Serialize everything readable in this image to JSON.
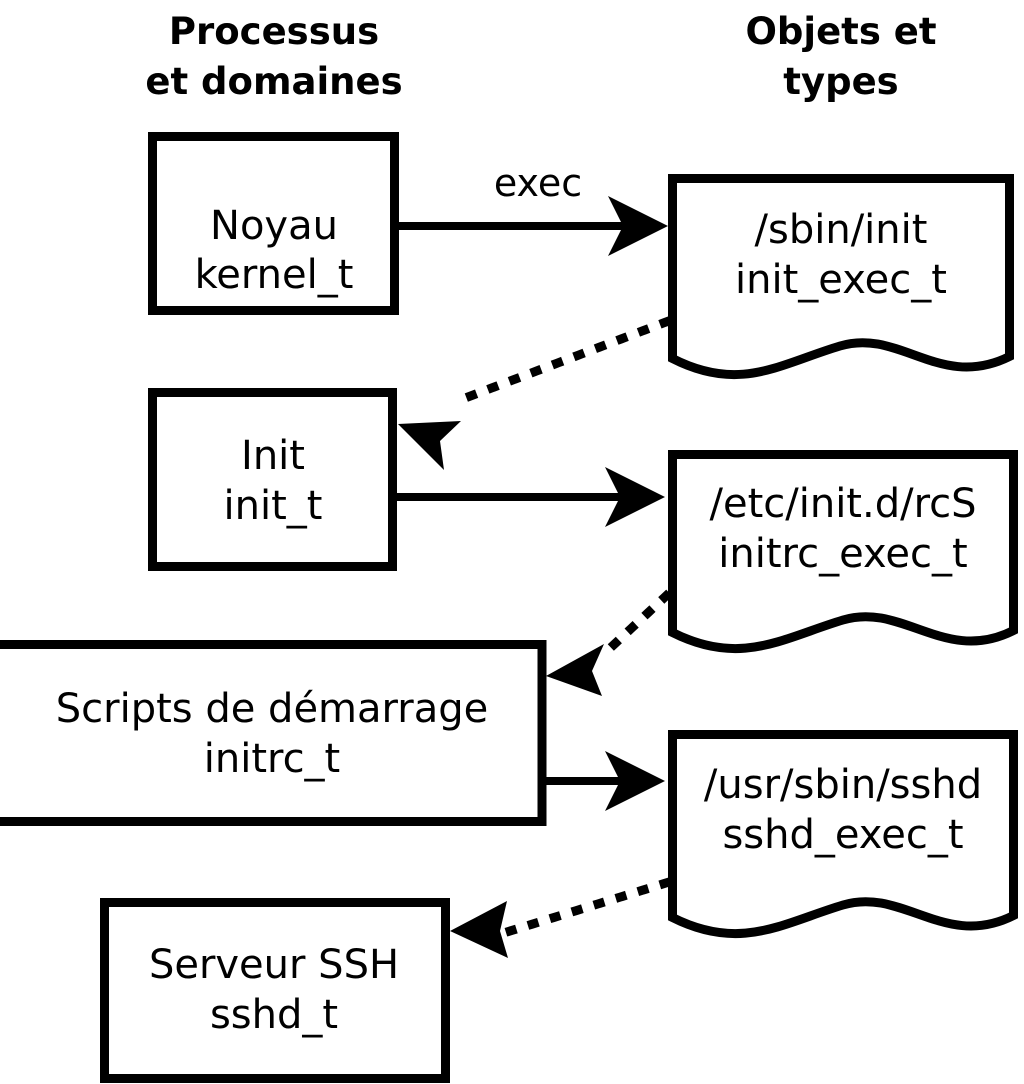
{
  "diagram": {
    "title_columns": [
      {
        "line1": "Processus",
        "line2": "et domaines"
      },
      {
        "line1": "Objets et",
        "line2": "types"
      }
    ],
    "colors": {
      "stroke": "#000000",
      "fill": "#ffffff",
      "background": "#ffffff"
    },
    "process_nodes": [
      {
        "name": "Noyau",
        "type": "kernel_t"
      },
      {
        "name": "Init",
        "type": "init_t"
      },
      {
        "name": "Scripts de démarrage",
        "type": "initrc_t"
      },
      {
        "name": "Serveur SSH",
        "type": "sshd_t"
      }
    ],
    "object_nodes": [
      {
        "path": "/sbin/init",
        "type": "init_exec_t"
      },
      {
        "path": "/etc/init.d/rcS",
        "type": "initrc_exec_t"
      },
      {
        "path": "/usr/sbin/sshd",
        "type": "sshd_exec_t"
      }
    ],
    "edges": [
      {
        "from": "Noyau kernel_t",
        "to": "/sbin/init init_exec_t",
        "label": "exec",
        "style": "solid"
      },
      {
        "from": "/sbin/init init_exec_t",
        "to": "Init init_t",
        "label": "",
        "style": "dotted"
      },
      {
        "from": "Init init_t",
        "to": "/etc/init.d/rcS initrc_exec_t",
        "label": "",
        "style": "solid"
      },
      {
        "from": "/etc/init.d/rcS initrc_exec_t",
        "to": "Scripts de démarrage initrc_t",
        "label": "",
        "style": "dotted"
      },
      {
        "from": "Scripts de démarrage initrc_t",
        "to": "/usr/sbin/sshd sshd_exec_t",
        "label": "",
        "style": "solid"
      },
      {
        "from": "/usr/sbin/sshd sshd_exec_t",
        "to": "Serveur SSH sshd_t",
        "label": "",
        "style": "dotted"
      }
    ]
  }
}
